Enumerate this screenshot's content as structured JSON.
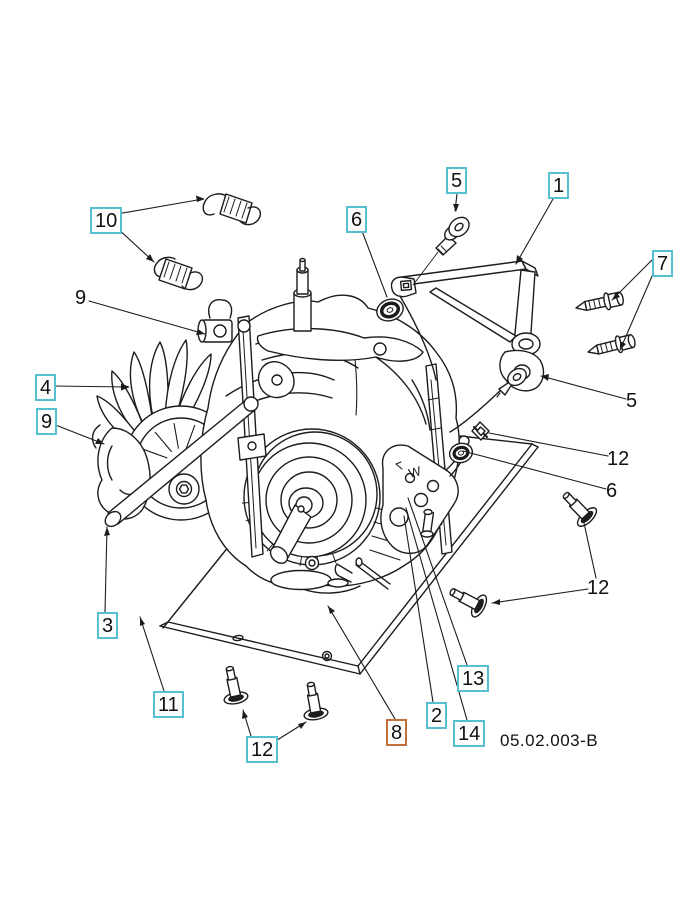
{
  "figure": {
    "drawing_number": "05.02.003-B",
    "part_marking": "W",
    "accent_teal": "#56c0d2",
    "accent_orange": "#c1703c",
    "line_color": "#1c1c1c",
    "background": "#ffffff"
  },
  "callouts": {
    "c1": {
      "label": "1"
    },
    "c2": {
      "label": "2"
    },
    "c3": {
      "label": "3"
    },
    "c4": {
      "label": "4"
    },
    "c5a": {
      "label": "5"
    },
    "c5b": {
      "label": "5"
    },
    "c6a": {
      "label": "6"
    },
    "c6b": {
      "label": "6"
    },
    "c7": {
      "label": "7"
    },
    "c8": {
      "label": "8"
    },
    "c9a": {
      "label": "9"
    },
    "c9b": {
      "label": "9"
    },
    "c10": {
      "label": "10"
    },
    "c11": {
      "label": "11"
    },
    "c12a": {
      "label": "12"
    },
    "c12b": {
      "label": "12"
    },
    "c12c": {
      "label": "12"
    },
    "c13": {
      "label": "13"
    },
    "c14": {
      "label": "14"
    }
  }
}
